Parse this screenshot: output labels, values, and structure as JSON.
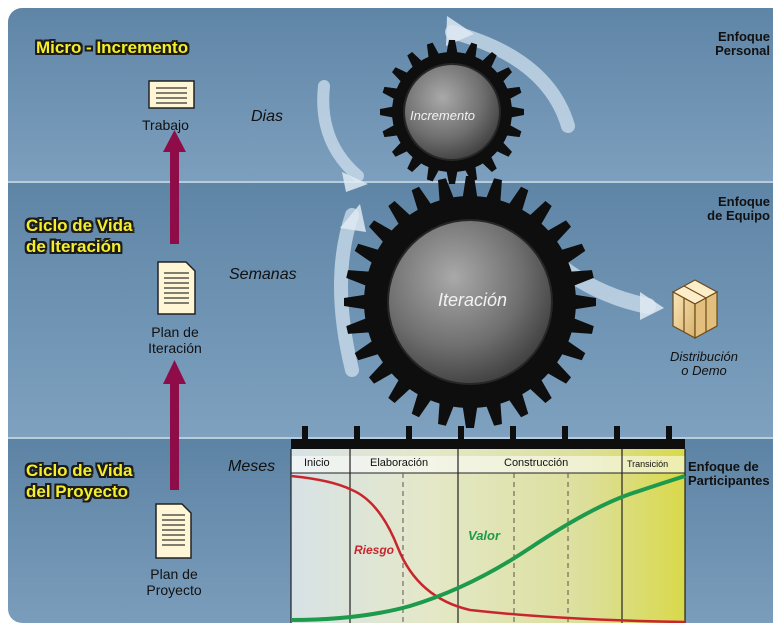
{
  "levels": {
    "micro": "Micro - Incremento",
    "iteration_line1": "Ciclo de Vida",
    "iteration_line2": "de Iteración",
    "project_line1": "Ciclo de Vida",
    "project_line2": "del Proyecto"
  },
  "focus": {
    "personal_line1": "Enfoque",
    "personal_line2": "Personal",
    "team_line1": "Enfoque",
    "team_line2": "de Equipo",
    "stake_line1": "Enfoque de",
    "stake_line2": "Participantes"
  },
  "time_units": {
    "days": "Dias",
    "weeks": "Semanas",
    "months": "Meses"
  },
  "gears": {
    "small": "Incremento",
    "large": "Iteración"
  },
  "artifacts": {
    "work": "Trabajo",
    "iteration_plan_line1": "Plan de",
    "iteration_plan_line2": "Iteración",
    "project_plan_line1": "Plan de",
    "project_plan_line2": "Proyecto"
  },
  "delivery": {
    "line1": "Distribución",
    "line2": "o Demo"
  },
  "phases": [
    "Inicio",
    "Elaboración",
    "Construcción",
    "Transición"
  ],
  "curves": {
    "risk": "Riesgo",
    "value": "Valor"
  },
  "colors": {
    "risk": "#c8262d",
    "value": "#1e9a4c",
    "arrow": "#8e0d48",
    "label_yellow": "#f4ef2a"
  }
}
